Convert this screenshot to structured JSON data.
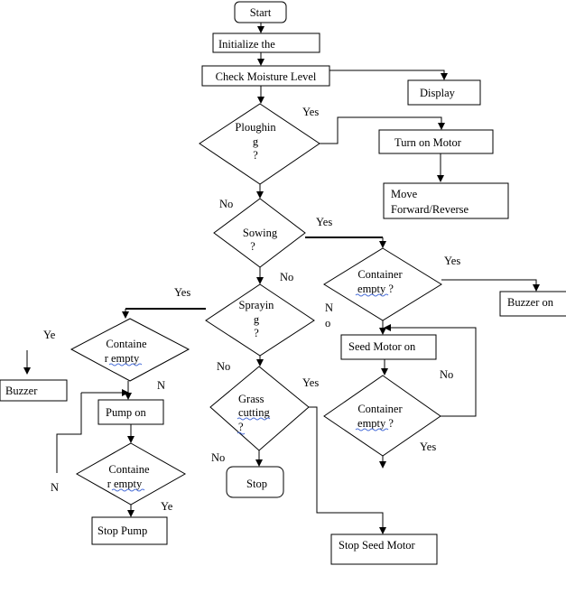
{
  "nodes": {
    "start": "Start",
    "init": "Initialize the",
    "check": "Check Moisture Level",
    "display": "Display",
    "plough_l1": "Ploughin",
    "plough_l2": "g",
    "plough_l3": "?",
    "motor_on": "Turn on Motor",
    "move_l1": "Move",
    "move_l2": "Forward/Reverse",
    "sow_l1": "Sowing",
    "sow_l2": "?",
    "cont1_l1": "Container",
    "cont1_l2": "empty ?",
    "buzzer_r": "Buzzer on",
    "spray_l1": "Sprayin",
    "spray_l2": "g",
    "spray_l3": "?",
    "seed_on": "Seed Motor on",
    "cont2_l1": "Container",
    "cont2_l2": "empty ?",
    "grass_l1": "Grass",
    "grass_l2": "cutting",
    "grass_l3": "?",
    "stop": "Stop",
    "stop_seed": "Stop Seed Motor",
    "cont3_l1": "Containe",
    "cont3_l2": "r empty",
    "buzzer_l": "Buzzer",
    "pump_on": "Pump on",
    "cont4_l1": "Containe",
    "cont4_l2": "r empty",
    "stop_pump": "Stop Pump"
  },
  "labels": {
    "plough_yes": "Yes",
    "plough_no": "No",
    "sow_yes": "Yes",
    "sow_no": "No",
    "cont1_yes": "Yes",
    "cont1_no1": "N",
    "cont1_no2": "o",
    "spray_yes": "Yes",
    "spray_no": "No",
    "cont2_no": "No",
    "cont2_yes": "Yes",
    "grass_yes": "Yes",
    "grass_no": "No",
    "cont3_yes": "Ye",
    "cont3_no": "N",
    "cont4_no": "N",
    "cont4_yes": "Ye"
  }
}
